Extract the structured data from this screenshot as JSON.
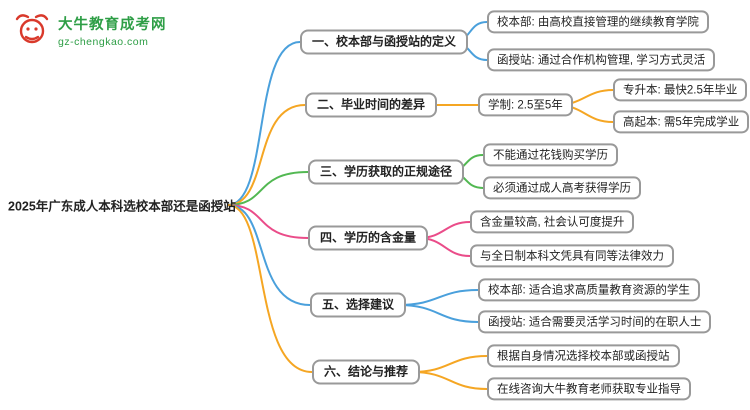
{
  "logo": {
    "title": "大牛教育成考网",
    "url": "gz-chengkao.com",
    "icon": "bull-icon",
    "title_color": "#2e9e46",
    "icon_color": "#d9392b"
  },
  "colors": {
    "blue": "#4aa0dc",
    "orange": "#f5a623",
    "green": "#52b852",
    "pink": "#ea4c89",
    "dark": "#555555"
  },
  "mindmap": {
    "root": "2025年广东成人本科选校本部还是函授站",
    "branches": [
      {
        "label": "一、校本部与函授站的定义",
        "color": "#4aa0dc",
        "children": [
          {
            "label": "校本部: 由高校直接管理的继续教育学院"
          },
          {
            "label": "函授站: 通过合作机构管理, 学习方式灵活"
          }
        ]
      },
      {
        "label": "二、毕业时间的差异",
        "color": "#f5a623",
        "mid": "学制: 2.5至5年",
        "children": [
          {
            "label": "专升本: 最快2.5年毕业"
          },
          {
            "label": "高起本: 需5年完成学业"
          }
        ]
      },
      {
        "label": "三、学历获取的正规途径",
        "color": "#52b852",
        "children": [
          {
            "label": "不能通过花钱购买学历"
          },
          {
            "label": "必须通过成人高考获得学历"
          }
        ]
      },
      {
        "label": "四、学历的含金量",
        "color": "#ea4c89",
        "children": [
          {
            "label": "含金量较高, 社会认可度提升"
          },
          {
            "label": "与全日制本科文凭具有同等法律效力"
          }
        ]
      },
      {
        "label": "五、选择建议",
        "color": "#4aa0dc",
        "children": [
          {
            "label": "校本部: 适合追求高质量教育资源的学生"
          },
          {
            "label": "函授站: 适合需要灵活学习时间的在职人士"
          }
        ]
      },
      {
        "label": "六、结论与推荐",
        "color": "#f5a623",
        "children": [
          {
            "label": "根据自身情况选择校本部或函授站"
          },
          {
            "label": "在线咨询大牛教育老师获取专业指导"
          }
        ]
      }
    ]
  }
}
